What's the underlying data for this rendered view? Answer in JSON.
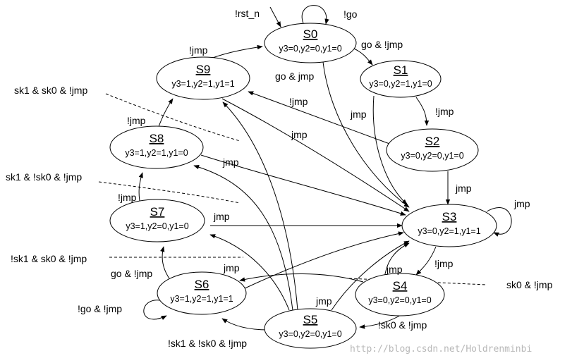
{
  "states": {
    "S0": {
      "name": "S0",
      "outputs": "y3=0,y2=0,y1=0"
    },
    "S1": {
      "name": "S1",
      "outputs": "y3=0,y2=1,y1=0"
    },
    "S2": {
      "name": "S2",
      "outputs": "y3=0,y2=0,y1=0"
    },
    "S3": {
      "name": "S3",
      "outputs": "y3=0,y2=1,y1=1"
    },
    "S4": {
      "name": "S4",
      "outputs": "y3=0,y2=0,y1=0"
    },
    "S5": {
      "name": "S5",
      "outputs": "y3=0,y2=0,y1=0"
    },
    "S6": {
      "name": "S6",
      "outputs": "y3=1,y2=1,y1=1"
    },
    "S7": {
      "name": "S7",
      "outputs": "y3=1,y2=0,y1=0"
    },
    "S8": {
      "name": "S8",
      "outputs": "y3=1,y2=1,y1=0"
    },
    "S9": {
      "name": "S9",
      "outputs": "y3=1,y2=1,y1=1"
    }
  },
  "transitions": {
    "reset": "!rst_n",
    "s0_self": "!go",
    "s0_s1": "go & !jmp",
    "s0_s3": "go & jmp",
    "s1_s2": "!jmp",
    "s1_s3": "jmp",
    "s2_s3": "jmp",
    "s2_s9": "!jmp",
    "s3_self": "jmp",
    "s3_s4": "!jmp",
    "s4_s3": "jmp",
    "s4_s5": "!sk0 & !jmp",
    "s5_s6": "!sk1 & !sk0 & !jmp",
    "s5_s3": "jmp",
    "s6_self": "!go & !jmp",
    "s6_s7": "go & !jmp",
    "s6_s3": "jmp",
    "s7_s3": "jmp",
    "s7_s8": "!jmp",
    "s8_s3": "jmp",
    "s8_s9": "!jmp",
    "s9_s0": "!jmp",
    "s9_s3": "jmp"
  },
  "conditions": {
    "s9_from_s5": "sk1 & sk0 & !jmp",
    "s8_from_s5": "sk1 & !sk0 & !jmp",
    "s7_from_s5": "!sk1 & sk0 & !jmp",
    "s6_from_s4": "sk0 & !jmp"
  },
  "watermark": "http://blog.csdn.net/Holdrenminbi"
}
